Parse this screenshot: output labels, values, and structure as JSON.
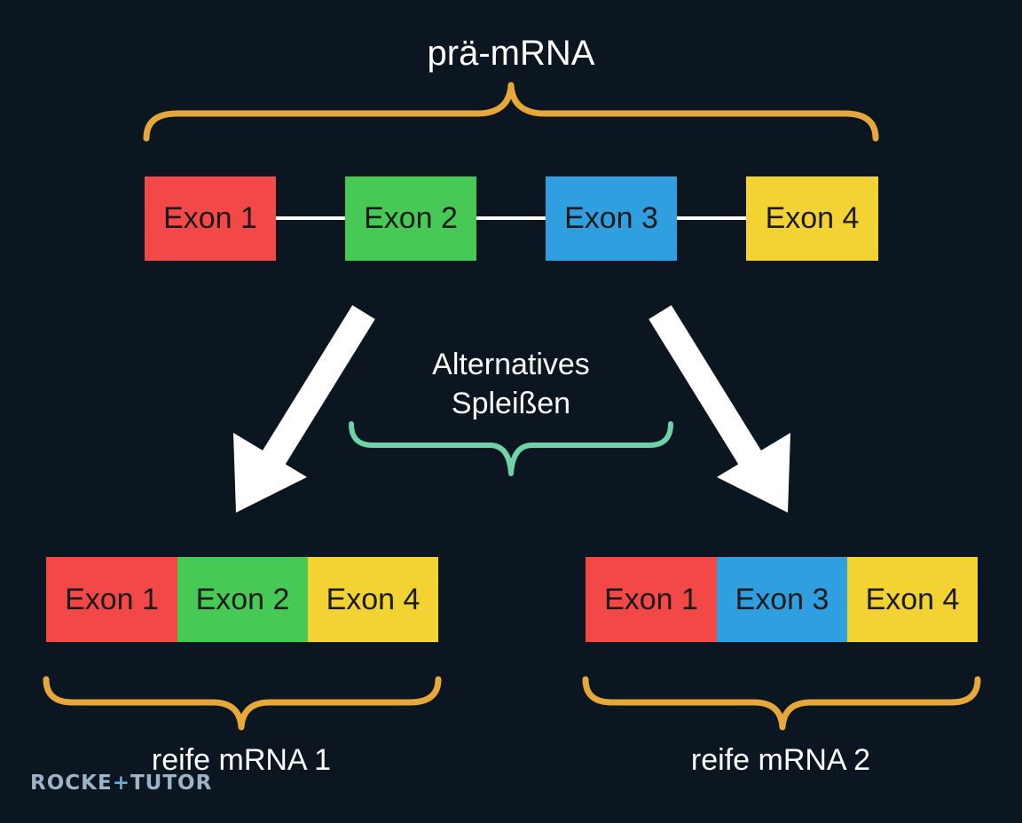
{
  "title": "prä-mRNA",
  "center_label_line1": "Alternatives",
  "center_label_line2": "Spleißen",
  "pre_mrna": {
    "exons": [
      {
        "label": "Exon 1",
        "color": "#f24848"
      },
      {
        "label": "Exon 2",
        "color": "#47c955"
      },
      {
        "label": "Exon 3",
        "color": "#2f9fe0"
      },
      {
        "label": "Exon 4",
        "color": "#f3d233"
      }
    ]
  },
  "mature_1": {
    "label": "reife mRNA 1",
    "exons": [
      {
        "label": "Exon 1",
        "color": "#f24848"
      },
      {
        "label": "Exon 2",
        "color": "#47c955"
      },
      {
        "label": "Exon 4",
        "color": "#f3d233"
      }
    ]
  },
  "mature_2": {
    "label": "reife mRNA 2",
    "exons": [
      {
        "label": "Exon 1",
        "color": "#f24848"
      },
      {
        "label": "Exon 3",
        "color": "#2f9fe0"
      },
      {
        "label": "Exon 4",
        "color": "#f3d233"
      }
    ]
  },
  "brand": {
    "part1": "ROCKE",
    "plus": "+",
    "part2": "TUTOR"
  },
  "colors": {
    "background": "#0b1620",
    "brace_gold": "#e6a83a",
    "brace_teal": "#6fd3a8",
    "connector": "#ffffff",
    "arrow": "#ffffff"
  }
}
